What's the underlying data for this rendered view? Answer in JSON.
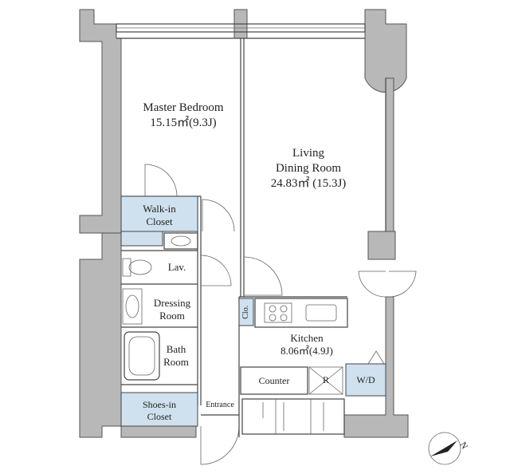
{
  "rooms": {
    "master_bedroom": {
      "name": "Master Bedroom",
      "area": "15.15㎡(9.3J)"
    },
    "living": {
      "name_line1": "Living",
      "name_line2": "Dining Room",
      "area": "24.83㎡ (15.3J)"
    },
    "walk_in_closet": {
      "line1": "Walk-in",
      "line2": "Closet"
    },
    "lav": {
      "name": "Lav."
    },
    "dressing_room": {
      "line1": "Dressing",
      "line2": "Room"
    },
    "bath_room": {
      "line1": "Bath",
      "line2": "Room"
    },
    "shoes_in_closet": {
      "line1": "Shoes-in",
      "line2": "Closet"
    },
    "entrance": {
      "name": "Entrance"
    },
    "kitchen": {
      "name": "Kitchen",
      "area": "8.06㎡(4.9J)"
    },
    "clo": {
      "name": "Clo."
    },
    "counter": {
      "name": "Counter"
    },
    "refrigerator": {
      "name": "R"
    },
    "washer_dryer": {
      "name": "W/D"
    },
    "compass": {
      "name": "N"
    }
  },
  "colors": {
    "wall_fill": "#b8b8b8",
    "closet_fill": "#cfe1ee",
    "line": "#444444"
  }
}
